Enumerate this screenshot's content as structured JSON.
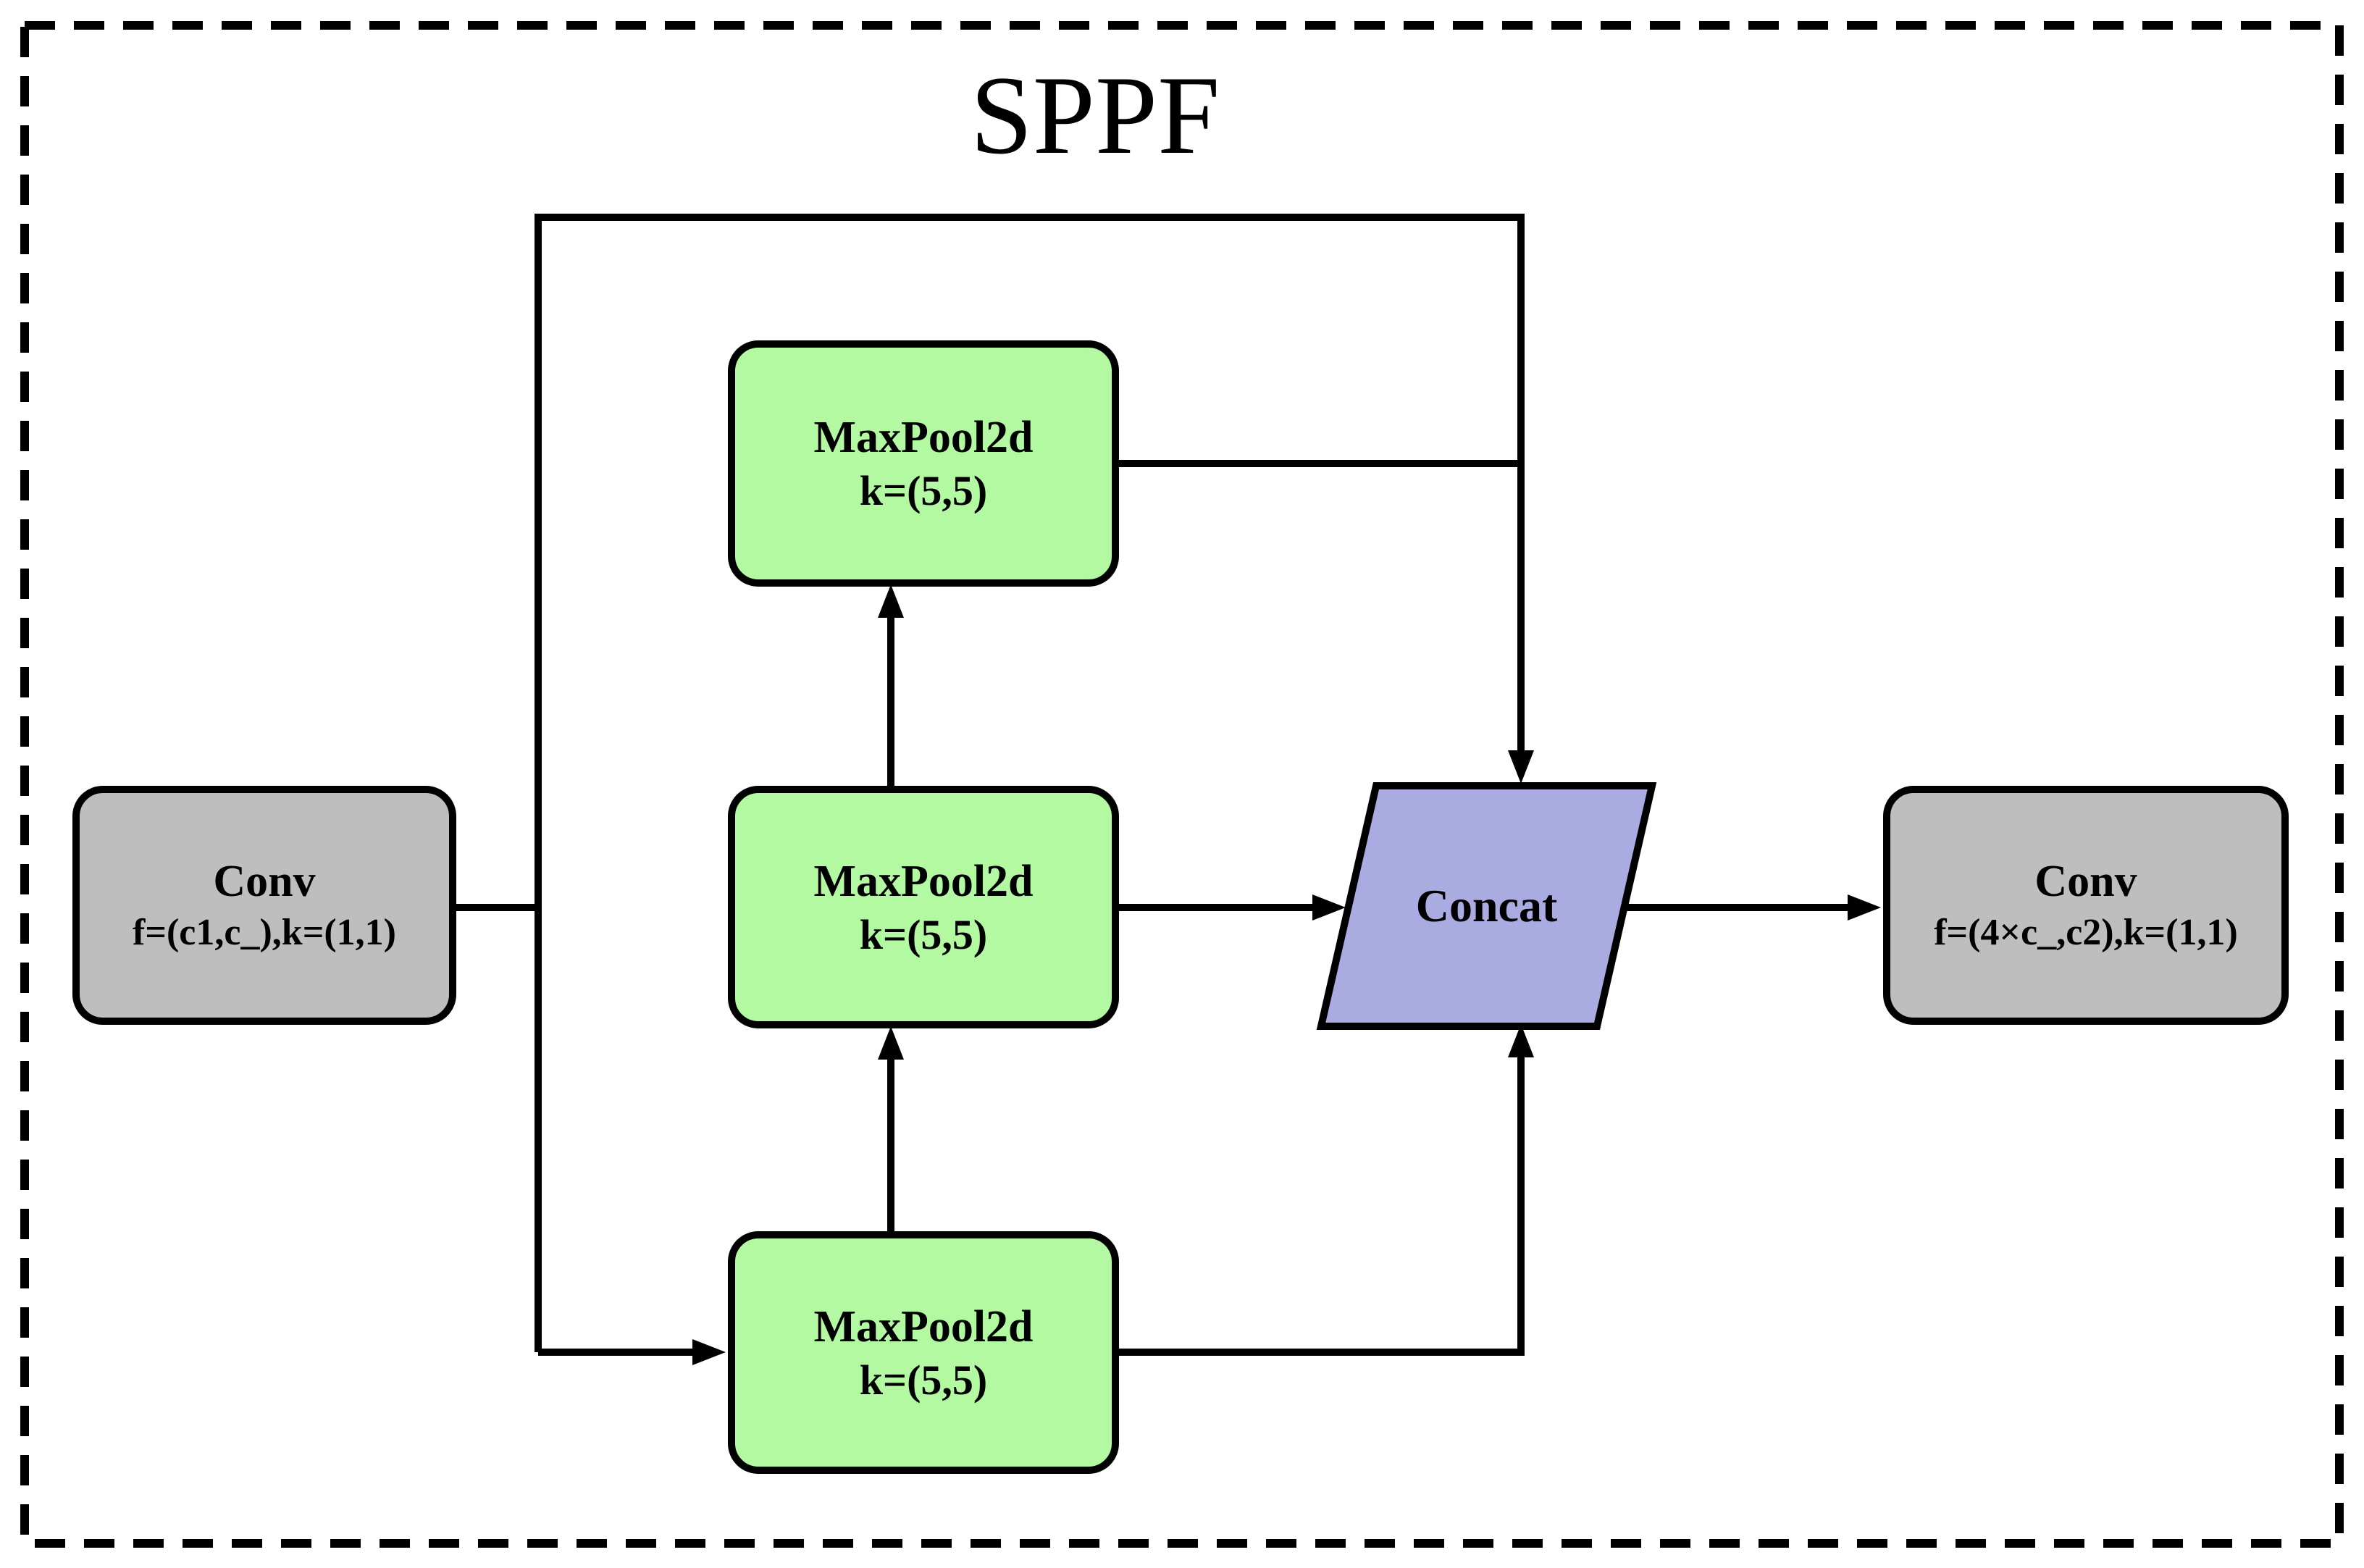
{
  "diagram": {
    "title": "SPPF",
    "nodes": {
      "conv_in": {
        "label": "Conv",
        "params": "f=(c1,c_),k=(1,1)"
      },
      "maxpool_top": {
        "label": "MaxPool2d",
        "params": "k=(5,5)"
      },
      "maxpool_mid": {
        "label": "MaxPool2d",
        "params": "k=(5,5)"
      },
      "maxpool_bottom": {
        "label": "MaxPool2d",
        "params": "k=(5,5)"
      },
      "concat": {
        "label": "Concat"
      },
      "conv_out": {
        "label": "Conv",
        "params": "f=(4×c_,c2),k=(1,1)"
      }
    },
    "colors": {
      "background": "#ffffff",
      "stroke": "#000000",
      "conv_fill": "#bebebe",
      "maxpool_fill": "#b2f9a2",
      "concat_fill": "#aaabe0"
    }
  }
}
